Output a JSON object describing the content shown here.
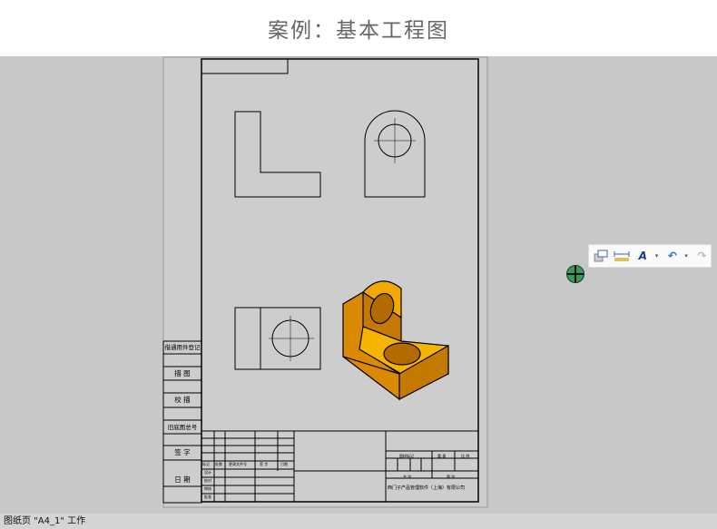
{
  "header": {
    "title": "案例：基本工程图"
  },
  "left_table": [
    "借通用件登记",
    "描 图",
    "校 描",
    "旧底图总号",
    "签 字",
    "日 期"
  ],
  "title_block": {
    "rev_headers": [
      "标记",
      "处数",
      "更改文件号",
      "签 字",
      "日期"
    ],
    "roles": [
      "设计",
      "校对",
      "审核",
      "批准"
    ],
    "mark_labels": [
      "图样标记",
      "重 量",
      "比 例"
    ],
    "sheet_labels": [
      "共 张",
      "第 张"
    ],
    "company": "西门子产品管理软件（上海）有限公司"
  },
  "toolbar": {
    "icons": [
      "view-icon",
      "dimension-icon",
      "text-style-icon",
      "undo-icon",
      "redo-icon"
    ]
  },
  "status": {
    "text": "图纸页 \"A4_1\" 工作"
  },
  "colors": {
    "part": "#f2a900",
    "part_dark": "#c47a00"
  }
}
